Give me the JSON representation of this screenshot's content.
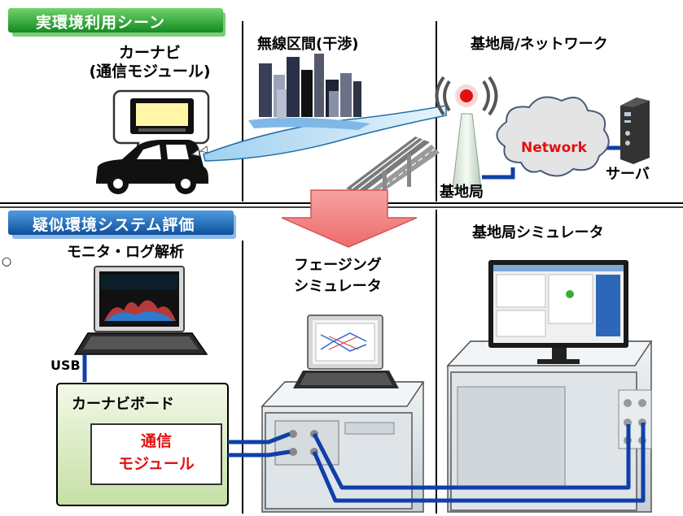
{
  "sections": {
    "real": {
      "title": "実環境利用シーン",
      "color": "#1f9a2e"
    },
    "pseudo": {
      "title": "疑似環境システム評価",
      "color": "#1565c0"
    }
  },
  "labels": {
    "carnavi_line1": "カーナビ",
    "carnavi_line2": "(通信モジュール)",
    "wireless": "無線区間(干渉)",
    "basestation_network": "基地局/ネットワーク",
    "network": "Network",
    "server": "サーバ",
    "basestation": "基地局",
    "monitor_log": "モニタ・ログ解析",
    "fading_line1": "フェージング",
    "fading_line2": "シミュレータ",
    "bs_simulator": "基地局シミュレータ",
    "usb": "USB",
    "carnavi_board": "カーナビボード",
    "comm_module_line1": "通信",
    "comm_module_line2": "モジュール",
    "bullet": "○"
  },
  "icons": [
    "car-icon",
    "antenna-tower-icon",
    "cloud-icon",
    "server-icon",
    "city-icon",
    "highway-icon",
    "laptop-icon",
    "instrument-icon",
    "monitor-icon",
    "down-arrow-icon"
  ]
}
